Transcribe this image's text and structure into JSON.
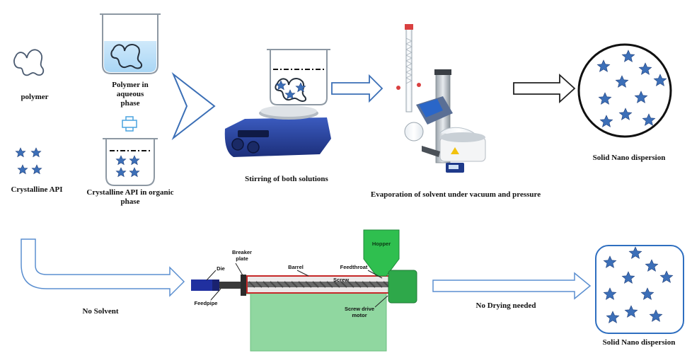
{
  "top": {
    "polymer_label": "polymer",
    "crystalline_api_label": "Crystalline  API",
    "polymer_aqueous_label": "Polymer in\naqueous\nphase",
    "api_organic_label": "Crystalline  API in organic\nphase",
    "stirring_label": "Stirring  of both solutions",
    "evaporation_label": "Evaporation of solvent under vacuum and pressure",
    "solid_dispersion_label": "Solid Nano dispersion"
  },
  "bottom": {
    "no_solvent_label": "No Solvent",
    "no_drying_label": "No Drying needed",
    "solid_dispersion_label": "Solid Nano dispersion",
    "extruder_parts": {
      "hopper": "Hopper",
      "breaker_plate": "Breaker\nplate",
      "die": "Die",
      "barrel": "Barrel",
      "screw": "Screw",
      "feedthroat": "Feedthroat",
      "feedpipe": "Feedpipe",
      "screw_drive_motor": "Screw drive\nmotor"
    }
  },
  "colors": {
    "star": "#3c6fb8",
    "arrow_outline": "#2f6fc0",
    "hopper": "#2fbf4f",
    "motor": "#2ea84a",
    "machine_base": "#90d7a0",
    "barrel": "#c62828",
    "die": "#2030a0"
  }
}
